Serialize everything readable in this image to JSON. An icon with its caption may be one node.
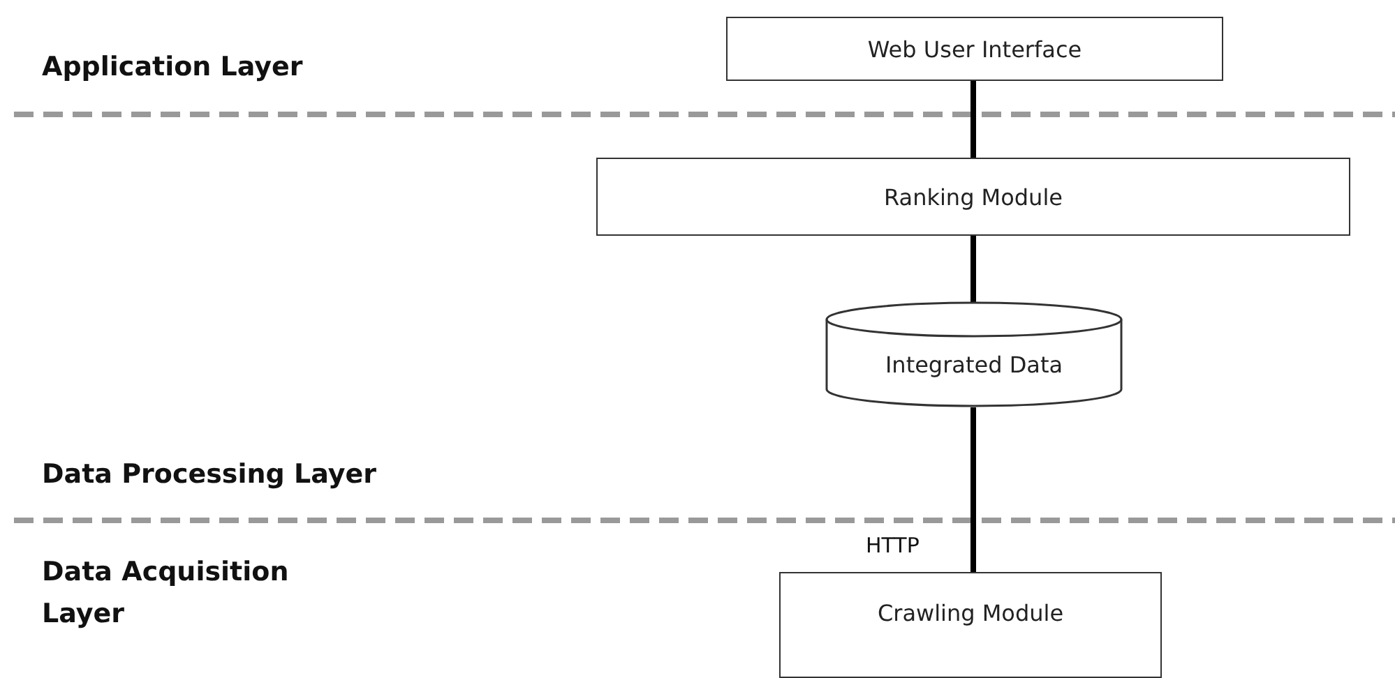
{
  "diagram": {
    "nodes": [
      {
        "text": [
          "Web User Interface"
        ]
      },
      {
        "text": [
          "Ranking Module"
        ]
      },
      {
        "text": [
          "Integrated Data"
        ]
      },
      {
        "text": [
          "Crawling Module"
        ]
      }
    ],
    "edges": [
      {
        "from": 0,
        "to": 1,
        "arrow": "none"
      },
      {
        "from": 1,
        "to": 2,
        "arrow": "none"
      },
      {
        "from": 2,
        "to": 3,
        "arrow": "none",
        "label": "HTTP"
      }
    ],
    "labels": [
      "Application Layer",
      "Data Processing Layer",
      "Data Acquisition Layer"
    ]
  }
}
